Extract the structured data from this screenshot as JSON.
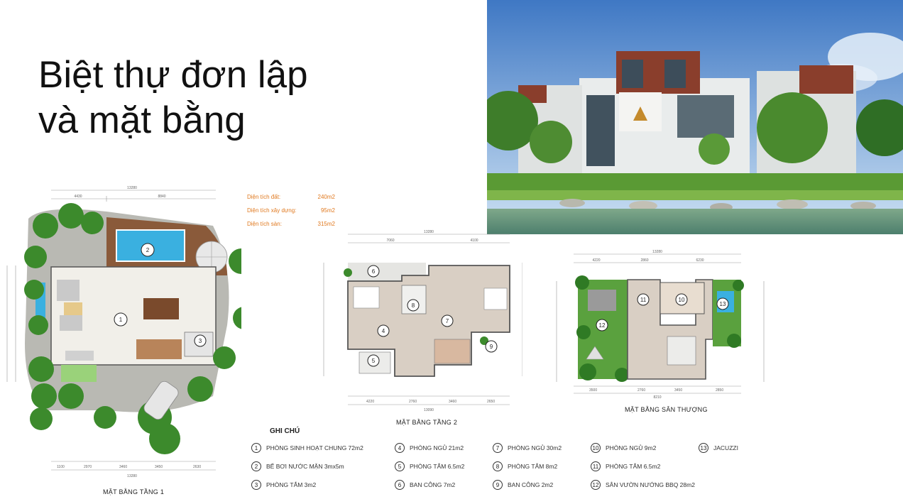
{
  "title": {
    "line1": "Biệt thự đơn lập",
    "line2": "và mặt bằng"
  },
  "area_info": [
    {
      "label": "Diện tích đất:",
      "value": "240m2"
    },
    {
      "label": "Diện tích xây dựng:",
      "value": "95m2"
    },
    {
      "label": "Diện tích sàn:",
      "value": "315m2"
    }
  ],
  "plans": {
    "floor1": {
      "caption": "MẶT BẰNG TẦNG 1",
      "dim_top": "13280",
      "dim_top_a": "4430",
      "dim_top_b": "8840",
      "dim_bottom": "13280",
      "dims_bottom": [
        "1100",
        "2970",
        "3460",
        "3450",
        "2630"
      ]
    },
    "floor2": {
      "caption": "MẶT BẰNG TẦNG 2",
      "dim_top": "13280",
      "dim_top_a": "7060",
      "dim_top_b": "4100",
      "dim_bottom": "13090",
      "dims_bottom": [
        "4220",
        "2760",
        "3460",
        "2650"
      ]
    },
    "rooftop": {
      "caption": "MẶT BẰNG SÂN THƯỢNG",
      "dim_top": "13280",
      "dims_top": [
        "4220",
        "2860",
        "6230"
      ],
      "dim_bottom": "8210",
      "dims_bottom": [
        "3500",
        "2760",
        "3450",
        "2850"
      ]
    }
  },
  "legend": {
    "title": "GHI CHÚ",
    "items": [
      {
        "num": "1",
        "text": "PHÒNG SINH HOẠT CHUNG 72m2"
      },
      {
        "num": "2",
        "text": "BỂ BƠI NƯỚC MẶN 3mx5m"
      },
      {
        "num": "3",
        "text": "PHÒNG TẮM 3m2"
      },
      {
        "num": "4",
        "text": "PHÒNG NGỦ 21m2"
      },
      {
        "num": "5",
        "text": "PHÒNG TẮM 6.5m2"
      },
      {
        "num": "6",
        "text": "BAN CÔNG 7m2"
      },
      {
        "num": "7",
        "text": "PHÒNG NGỦ 30m2"
      },
      {
        "num": "8",
        "text": "PHÒNG TẮM 8m2"
      },
      {
        "num": "9",
        "text": "BAN CÔNG 2m2"
      },
      {
        "num": "10",
        "text": "PHÒNG NGỦ 9m2"
      },
      {
        "num": "11",
        "text": "PHÒNG TẮM 6.5m2"
      },
      {
        "num": "12",
        "text": "SÂN VƯỜN NƯỚNG BBQ 28m2"
      },
      {
        "num": "13",
        "text": "JACUZZI"
      }
    ]
  },
  "colors": {
    "accent": "#e0791f",
    "grass": "#3c8a2c",
    "wood": "#8a5a3a",
    "pool": "#3ab0e0"
  }
}
